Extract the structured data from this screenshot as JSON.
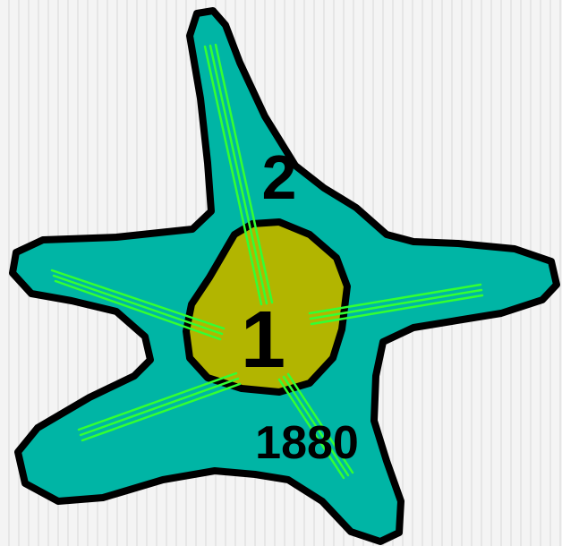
{
  "diagram": {
    "labels": {
      "inner": "1",
      "outer": "2",
      "year": "1880"
    },
    "colors": {
      "outer_fill": "#00b5a5",
      "inner_fill": "#b2b500",
      "outline": "#000000",
      "arm_lines": "#33ff33"
    }
  }
}
